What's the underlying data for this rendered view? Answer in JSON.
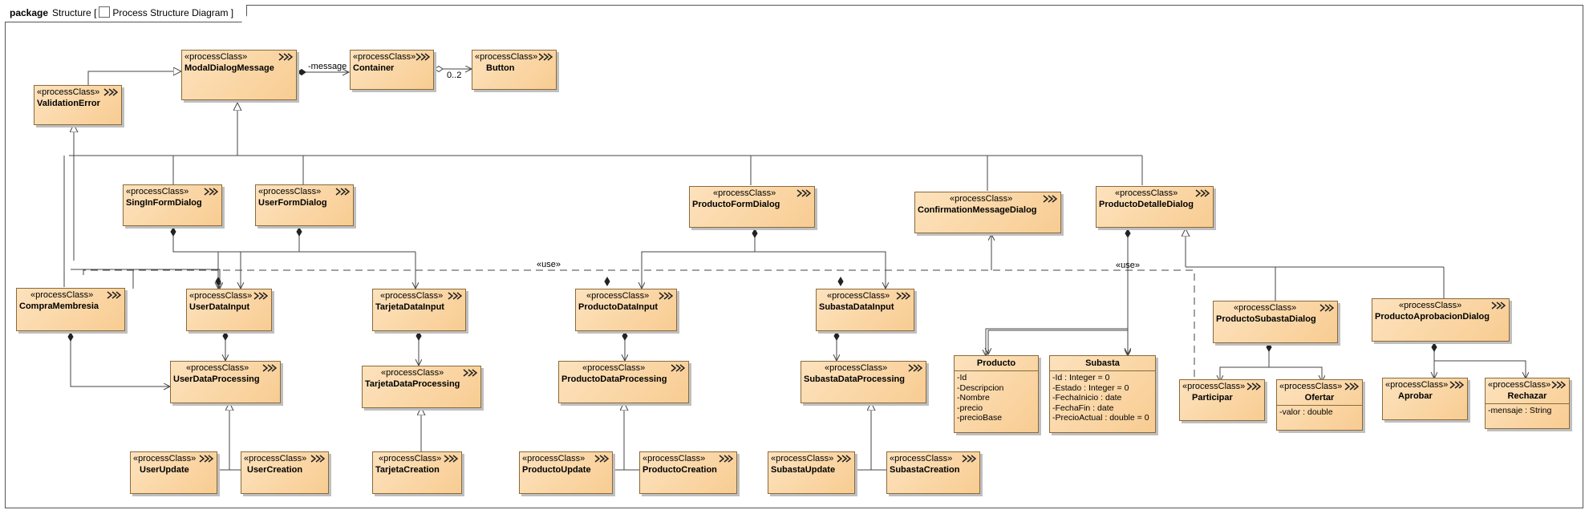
{
  "package_tab": {
    "keyword": "package",
    "name": "Structure",
    "bracket_open": "[",
    "diagram_name": "Process Structure Diagram",
    "bracket_close": "]"
  },
  "stereotype": "«processClass»",
  "labels": {
    "message": "-message",
    "multiplicity": "0..2",
    "use_left": "«use»",
    "use_right": "«use»"
  },
  "classes": {
    "modal": {
      "name": "ModalDialogMessage"
    },
    "container": {
      "name": "Container"
    },
    "button": {
      "name": "Button"
    },
    "valerr": {
      "name": "ValidationError"
    },
    "singin": {
      "name": "SingInFormDialog"
    },
    "userform": {
      "name": "UserFormDialog"
    },
    "prodform": {
      "name": "ProductoFormDialog"
    },
    "confirm": {
      "name": "ConfirmationMessageDialog"
    },
    "detalle": {
      "name": "ProductoDetalleDialog"
    },
    "compra": {
      "name": "CompraMembresia"
    },
    "userinput": {
      "name": "UserDataInput"
    },
    "tarjinput": {
      "name": "TarjetaDataInput"
    },
    "prodinput": {
      "name": "ProductoDataInput"
    },
    "subinput": {
      "name": "SubastaDataInput"
    },
    "userproc": {
      "name": "UserDataProcessing"
    },
    "tarjproc": {
      "name": "TarjetaDataProcessing"
    },
    "prodproc": {
      "name": "ProductoDataProcessing"
    },
    "subproc": {
      "name": "SubastaDataProcessing"
    },
    "userupd": {
      "name": "UserUpdate"
    },
    "usercre": {
      "name": "UserCreation"
    },
    "tarjcre": {
      "name": "TarjetaCreation"
    },
    "produpd": {
      "name": "ProductoUpdate"
    },
    "prodcre": {
      "name": "ProductoCreation"
    },
    "subupd": {
      "name": "SubastaUpdate"
    },
    "subcre": {
      "name": "SubastaCreation"
    },
    "prodsub": {
      "name": "ProductoSubastaDialog"
    },
    "prodapr": {
      "name": "ProductoAprobacionDialog"
    },
    "particip": {
      "name": "Participar"
    },
    "ofertar": {
      "name": "Ofertar",
      "attrs": [
        "-valor : double"
      ]
    },
    "aprobar": {
      "name": "Aprobar"
    },
    "rechazar": {
      "name": "Rechazar",
      "attrs": [
        "-mensaje : String"
      ]
    },
    "producto": {
      "name": "Producto",
      "attrs": [
        "-Id",
        "-Descripcion",
        "-Nombre",
        "-precio",
        "-precioBase"
      ]
    },
    "subasta": {
      "name": "Subasta",
      "attrs": [
        "-Id : Integer = 0",
        "-Estado : Integer = 0",
        "-FechaInicio : date",
        "-FechaFin : date",
        "-PrecioActual : double = 0"
      ]
    }
  },
  "icons": {
    "process": "process-class-icon",
    "diagram": "diagram-icon"
  }
}
